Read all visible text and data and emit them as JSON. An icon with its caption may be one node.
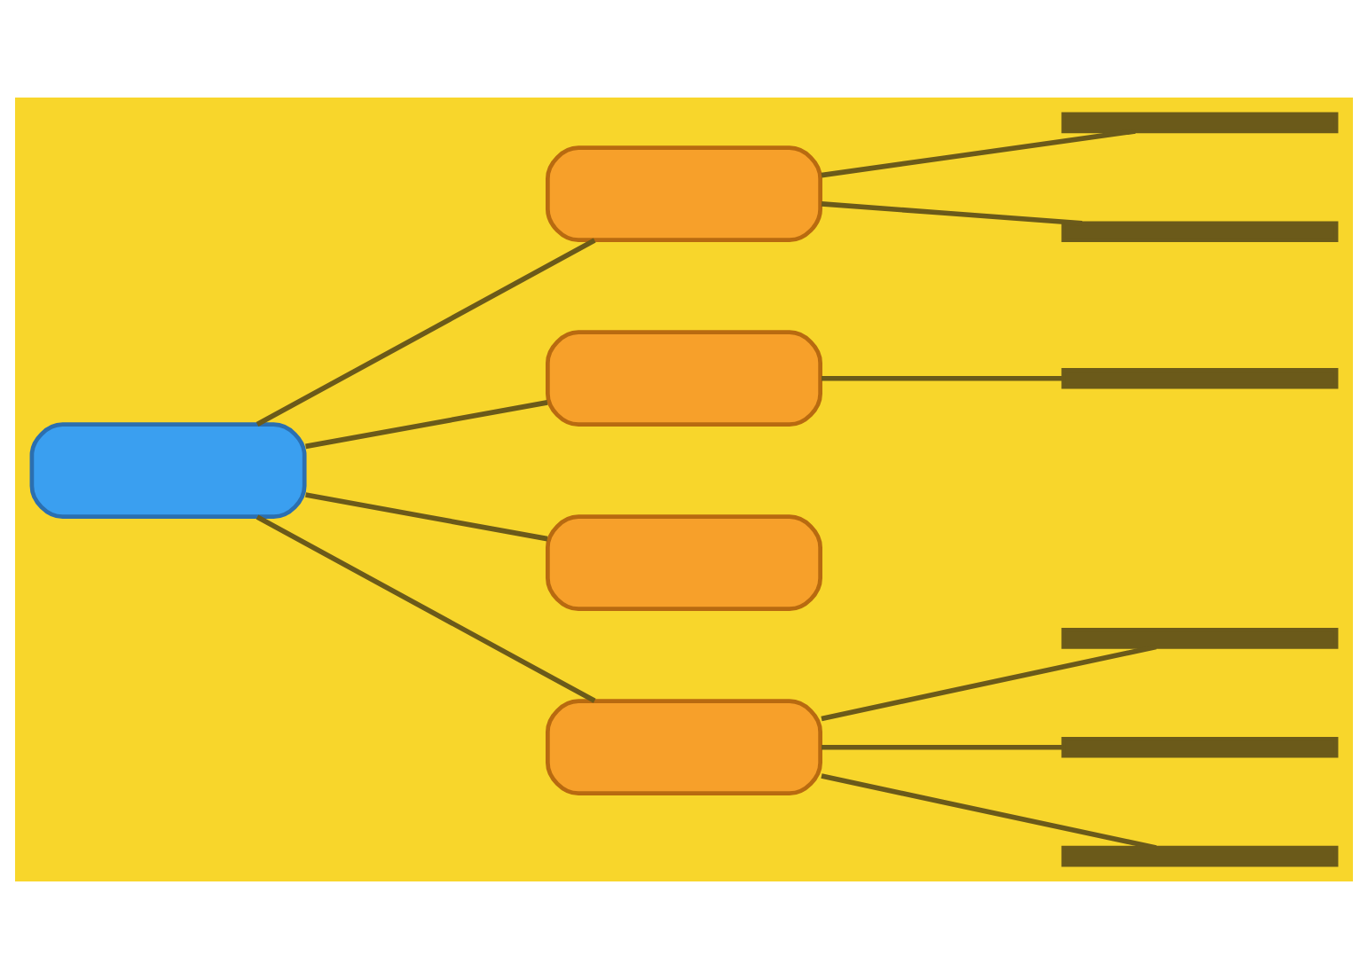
{
  "diagram": {
    "nodes": [
      {
        "text": [],
        "shape": "box"
      },
      {
        "text": [],
        "shape": "box"
      },
      {
        "text": [],
        "shape": "box"
      },
      {
        "text": [],
        "shape": "box"
      },
      {
        "text": [],
        "shape": "box"
      },
      {
        "text": [],
        "shape": "bar"
      },
      {
        "text": [],
        "shape": "bar"
      },
      {
        "text": [],
        "shape": "bar"
      },
      {
        "text": [],
        "shape": "bar"
      },
      {
        "text": [],
        "shape": "bar"
      },
      {
        "text": [],
        "shape": "bar"
      }
    ],
    "edges": [
      {
        "from": 0,
        "to": 1,
        "arrow": "none"
      },
      {
        "from": 0,
        "to": 2,
        "arrow": "none"
      },
      {
        "from": 0,
        "to": 3,
        "arrow": "none"
      },
      {
        "from": 0,
        "to": 4,
        "arrow": "none"
      },
      {
        "from": 1,
        "to": 5,
        "arrow": "none"
      },
      {
        "from": 1,
        "to": 6,
        "arrow": "none"
      },
      {
        "from": 2,
        "to": 7,
        "arrow": "none"
      },
      {
        "from": 4,
        "to": 8,
        "arrow": "none"
      },
      {
        "from": 4,
        "to": 9,
        "arrow": "none"
      },
      {
        "from": 4,
        "to": 10,
        "arrow": "none"
      }
    ]
  }
}
